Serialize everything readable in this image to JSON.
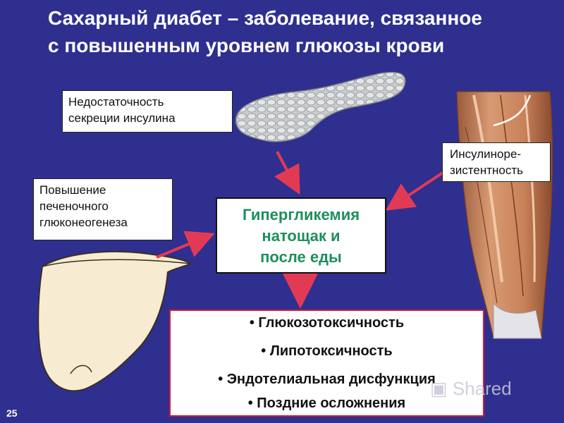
{
  "title": {
    "line1": "Сахарный диабет – заболевание, связанное",
    "line2": "с повышенным уровнем глюкозы крови"
  },
  "labels": {
    "insulin_secretion": [
      "Недостаточность",
      "секреции инсулина"
    ],
    "insulin_resistance": [
      "Инсулиноре-",
      "зистентность"
    ],
    "gluconeogenesis": [
      "Повышение",
      "печеночного",
      "глюконеогенеза"
    ]
  },
  "center": {
    "lines": [
      "Гипергликемия",
      "натощак и",
      "после еды"
    ]
  },
  "outcomes": [
    "• Глюкозотоксичность",
    "• Липотоксичность",
    "• Эндотелиальная дисфункция",
    "• Поздние осложнения"
  ],
  "slide_number": "25",
  "watermark": "Shared",
  "colors": {
    "background": "#2f2f8f",
    "accent_red": "#d11a3a",
    "center_text": "#1e8f5c"
  },
  "icons": [
    "pancreas-illustration",
    "liver-illustration",
    "muscle-illustration"
  ]
}
